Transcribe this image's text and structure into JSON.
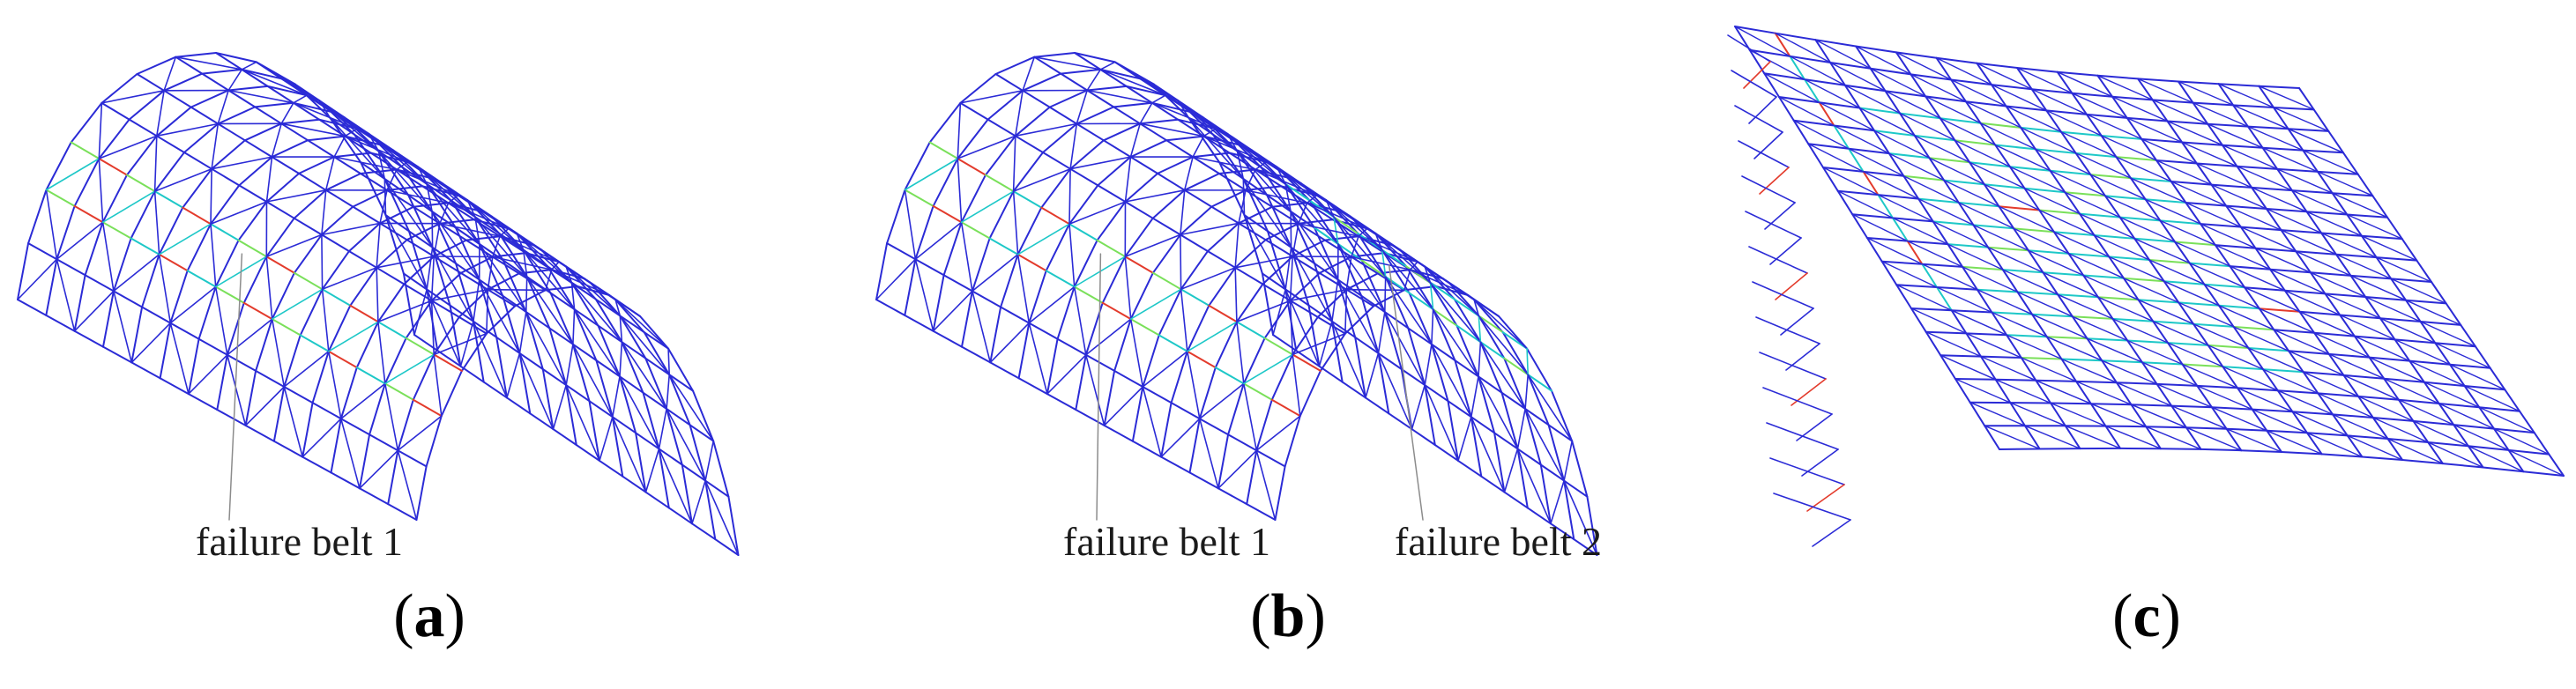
{
  "figure": {
    "panels": [
      {
        "id": "a",
        "label": "a",
        "type": "barrel-vault",
        "belts": [
          "failure belt 1"
        ]
      },
      {
        "id": "b",
        "label": "b",
        "type": "barrel-vault",
        "belts": [
          "failure belt 1",
          "failure belt 2"
        ]
      },
      {
        "id": "c",
        "label": "c",
        "type": "collapsed",
        "belts": []
      }
    ]
  },
  "colors": {
    "mesh": "#2b2bd6",
    "stress_mid": "#1ec8c8",
    "stress_warm": "#7ae05a",
    "stress_high": "#e33b2c",
    "leader": "#8c8c8c"
  }
}
